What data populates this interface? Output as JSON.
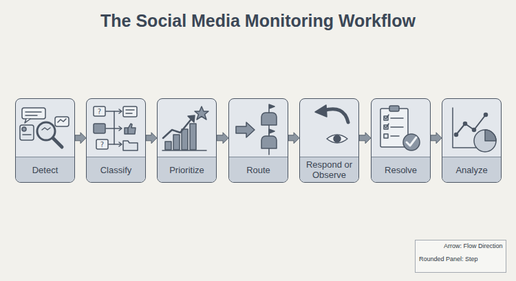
{
  "diagram": {
    "title": "The Social Media Monitoring Workflow",
    "nodes": [
      {
        "text": [
          "Detect"
        ]
      },
      {
        "text": [
          "Classify"
        ]
      },
      {
        "text": [
          "Prioritize"
        ]
      },
      {
        "text": [
          "Route"
        ]
      },
      {
        "text": [
          "Respond or Observe"
        ]
      },
      {
        "text": [
          "Resolve"
        ]
      },
      {
        "text": [
          "Analyze"
        ]
      }
    ],
    "edges": [
      {
        "from": 0,
        "to": 1,
        "arrow": "to"
      },
      {
        "from": 1,
        "to": 2,
        "arrow": "to"
      },
      {
        "from": 2,
        "to": 3,
        "arrow": "to"
      },
      {
        "from": 3,
        "to": 4,
        "arrow": "to"
      },
      {
        "from": 4,
        "to": 5,
        "arrow": "to"
      },
      {
        "from": 5,
        "to": 6,
        "arrow": "to"
      }
    ],
    "legend": [
      {
        "text": "Arrow: Flow Direction"
      },
      {
        "text": "Rounded Panel: Step"
      }
    ]
  }
}
